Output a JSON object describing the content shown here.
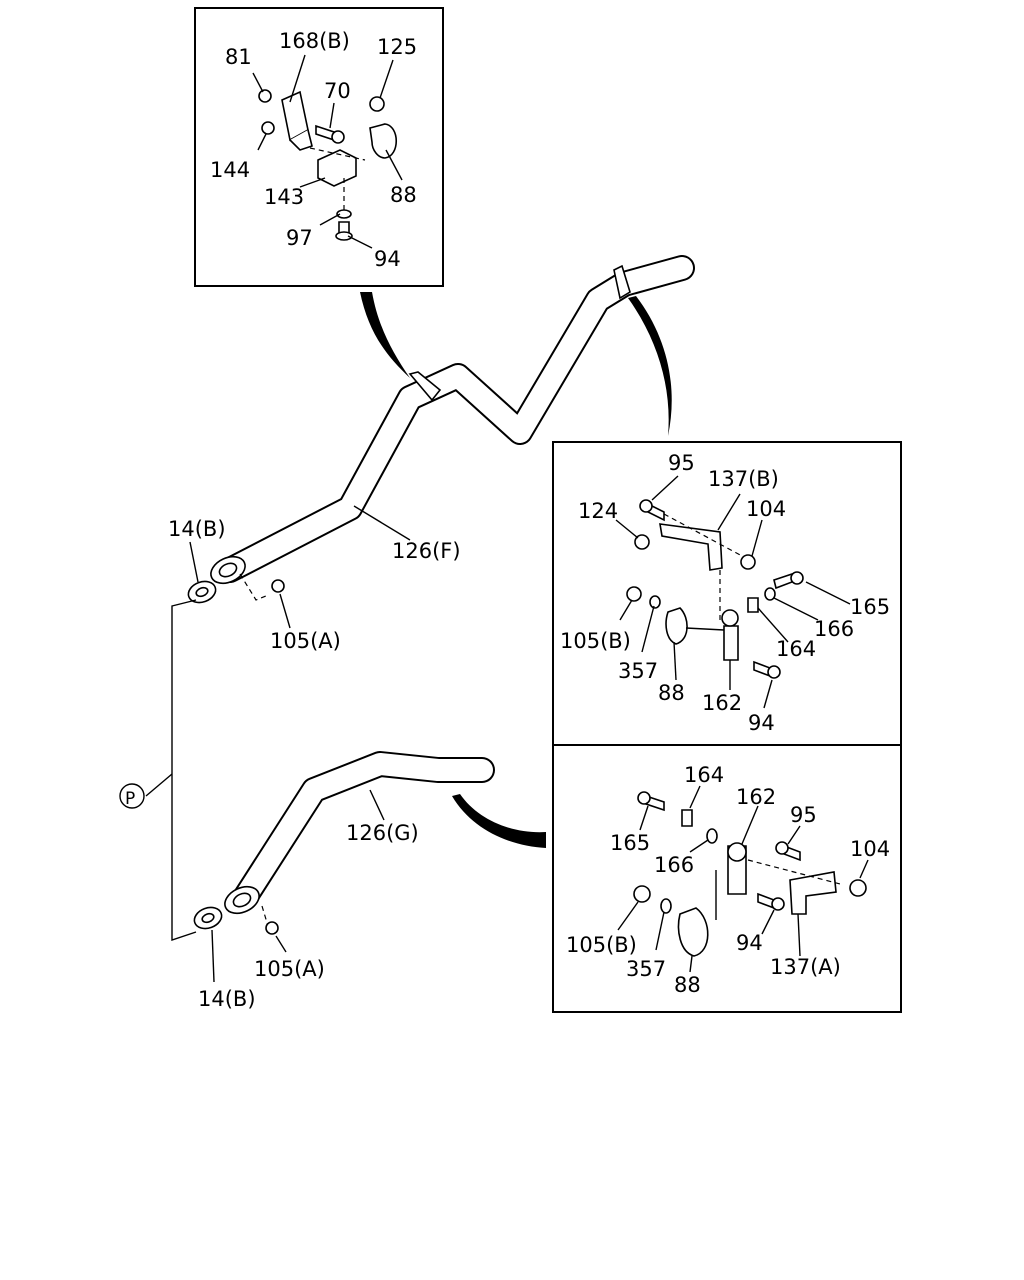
{
  "diagram": {
    "main_labels": {
      "pipe_f": "126(F)",
      "pipe_g": "126(G)",
      "gasket_top": "14(B)",
      "gasket_bottom": "14(B)",
      "nut_top": "105(A)",
      "nut_bottom": "105(A)",
      "ref_circle": "P"
    },
    "inset_top_left": {
      "labels": [
        "81",
        "168(B)",
        "125",
        "70",
        "144",
        "143",
        "88",
        "97",
        "94"
      ]
    },
    "inset_right_upper": {
      "labels": [
        "95",
        "137(B)",
        "124",
        "104",
        "165",
        "105(B)",
        "166",
        "164",
        "357",
        "88",
        "162",
        "94"
      ]
    },
    "inset_right_lower": {
      "labels": [
        "164",
        "162",
        "95",
        "104",
        "165",
        "166",
        "105(B)",
        "94",
        "357",
        "88",
        "137(A)"
      ]
    }
  }
}
